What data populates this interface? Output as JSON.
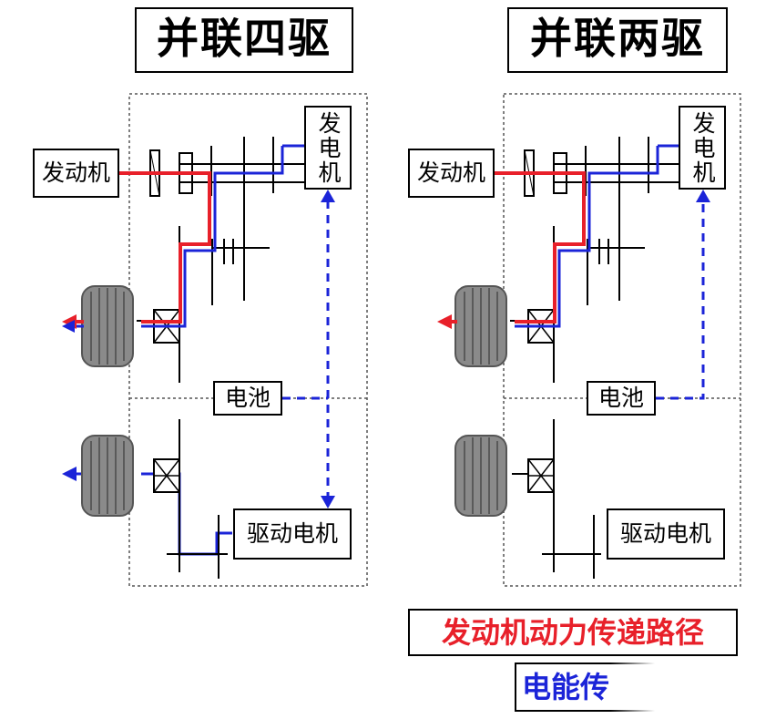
{
  "titles": {
    "left": "并联四驱",
    "right": "并联两驱"
  },
  "left": {
    "engine": "发动机",
    "generator": "发电机",
    "battery": "电池",
    "drive_motor": "驱动电机"
  },
  "right": {
    "engine": "发动机",
    "generator": "发电机",
    "battery": "电池",
    "drive_motor": "驱动电机"
  },
  "legend": {
    "engine_path": "发动机动力传递路径",
    "electric_path": "电能传"
  },
  "colors": {
    "engine_path": "#e8202a",
    "electric_path": "#1b24d8",
    "wheel": "#7a7a7a",
    "dashed_frame": "#555555"
  }
}
